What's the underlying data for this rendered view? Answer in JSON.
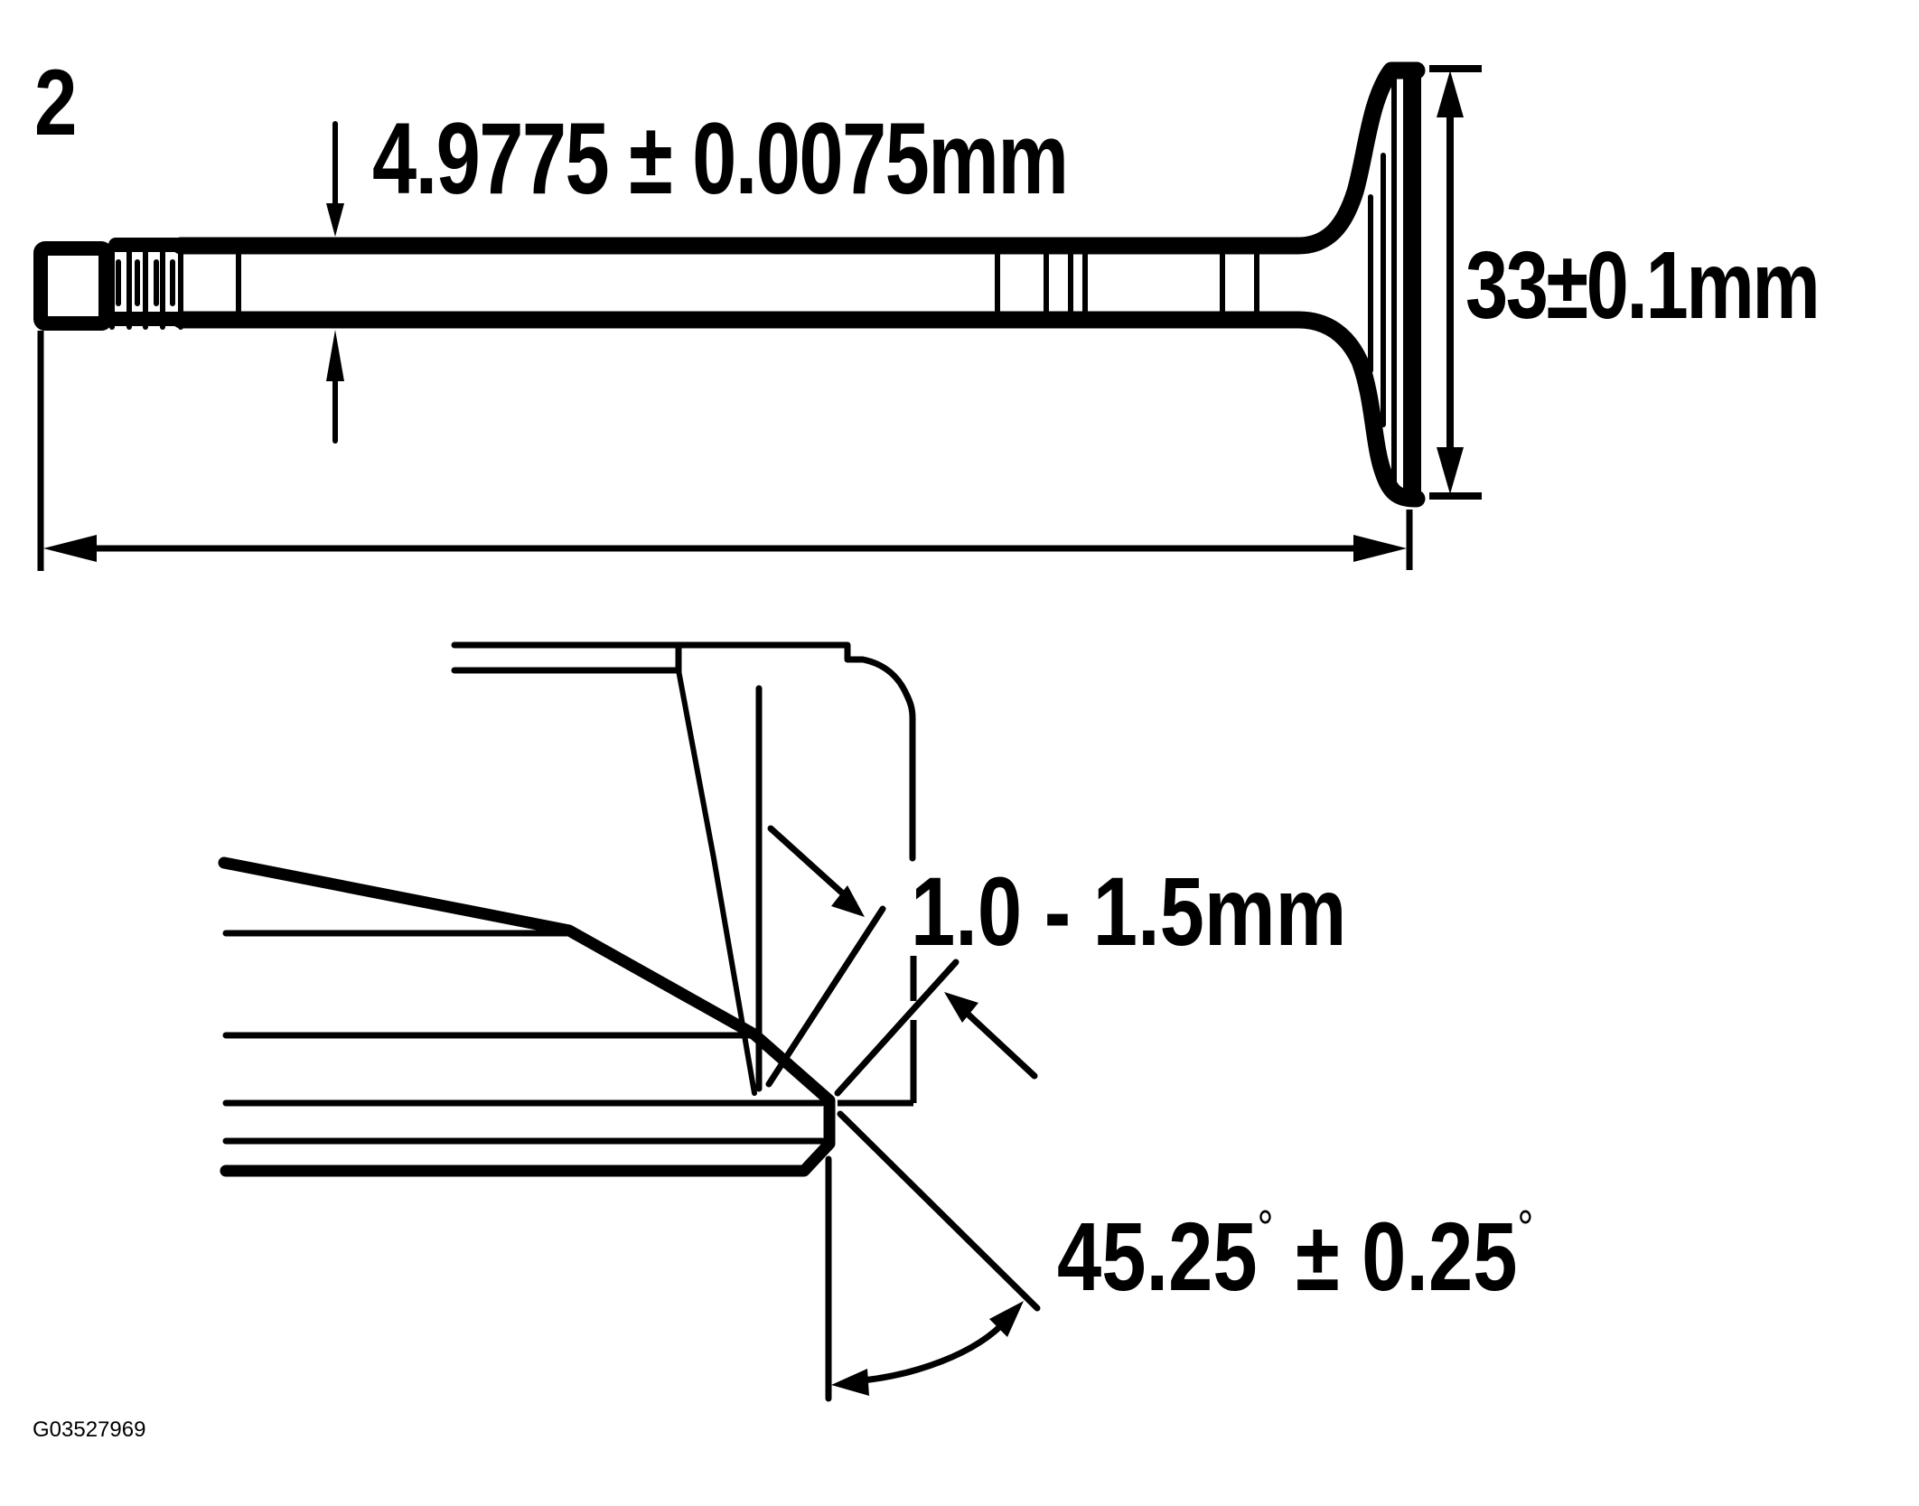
{
  "figure": {
    "number": "2",
    "code": "G03527969",
    "subject": "Valve dimensions and valve face margin/angle"
  },
  "top_view": {
    "stem_diameter_label": "4.9775 ± 0.0075mm",
    "head_diameter_label": "33±0.1mm",
    "overall_length_label": ""
  },
  "detail_view": {
    "margin_label": "1.0 - 1.5mm",
    "face_angle_value": "45.25",
    "face_angle_tolerance_sep": " ± ",
    "face_angle_tolerance": "0.25",
    "degree_symbol": "°"
  },
  "colors": {
    "line": "#000000",
    "background": "#ffffff"
  }
}
